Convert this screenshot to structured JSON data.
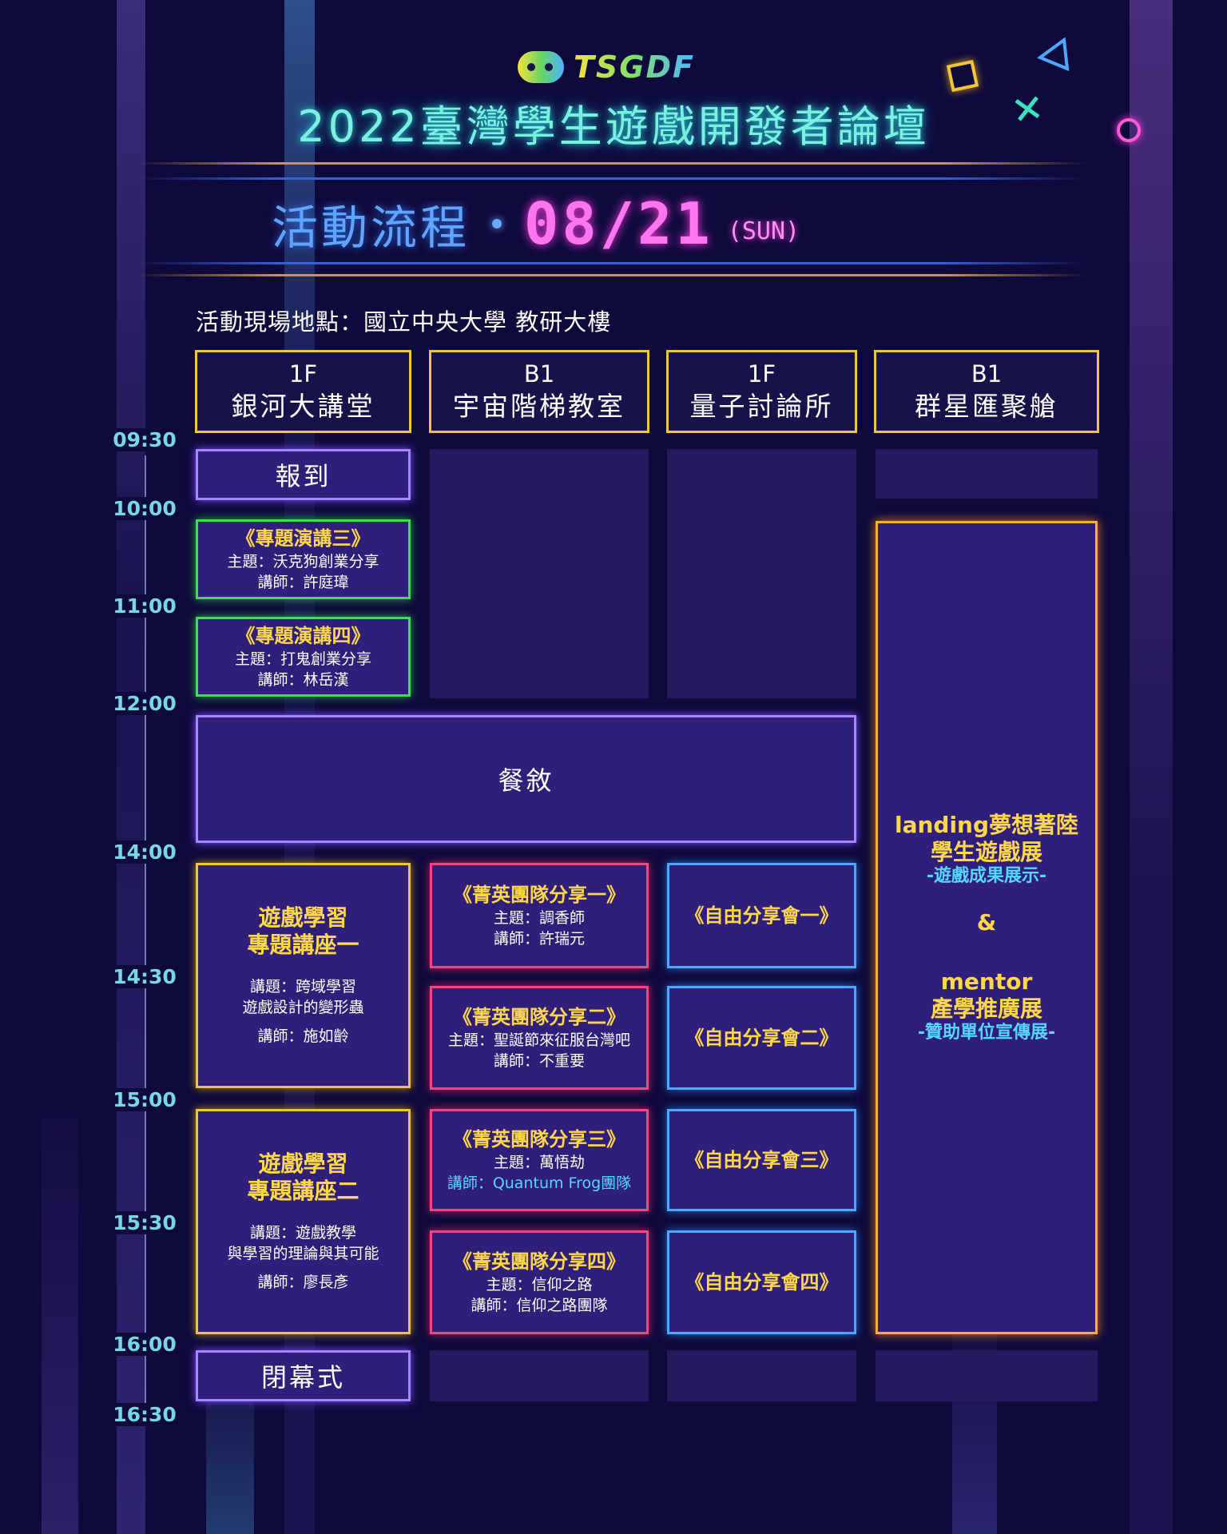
{
  "header": {
    "logo_text": "TSGDF",
    "title": "2022臺灣學生遊戲開發者論壇",
    "subtitle_label": "活動流程",
    "subtitle_date": "08/21",
    "subtitle_day": "(SUN)"
  },
  "venue": "活動現場地點：國立中央大學 教研大樓",
  "rooms": [
    {
      "floor": "1F",
      "name": "銀河大講堂"
    },
    {
      "floor": "B1",
      "name": "宇宙階梯教室"
    },
    {
      "floor": "1F",
      "name": "量子討論所"
    },
    {
      "floor": "B1",
      "name": "群星匯聚艙"
    }
  ],
  "times": [
    "09:30",
    "10:00",
    "11:00",
    "12:00",
    "14:00",
    "14:30",
    "15:00",
    "15:30",
    "16:00",
    "16:30"
  ],
  "sessions": {
    "checkin": "報到",
    "talk3": {
      "title": "《專題演講三》",
      "topic": "主題：沃克狗創業分享",
      "speaker": "講師：許庭瑋"
    },
    "talk4": {
      "title": "《專題演講四》",
      "topic": "主題：打鬼創業分享",
      "speaker": "講師：林岳漢"
    },
    "lunch": "餐敘",
    "lecture1": {
      "line1": "遊戲學習",
      "line2": "專題講座一",
      "topic1": "講題：跨域學習",
      "topic2": "遊戲設計的變形蟲",
      "speaker": "講師：施如齡"
    },
    "lecture2": {
      "line1": "遊戲學習",
      "line2": "專題講座二",
      "topic1": "講題：遊戲教學",
      "topic2": "與學習的理論與其可能",
      "speaker": "講師：廖長彥"
    },
    "elite": [
      {
        "title": "《菁英團隊分享一》",
        "topic": "主題：調香師",
        "speaker": "講師：許瑞元"
      },
      {
        "title": "《菁英團隊分享二》",
        "topic": "主題：聖誕節來征服台灣吧",
        "speaker": "講師：不重要"
      },
      {
        "title": "《菁英團隊分享三》",
        "topic": "主題：萬悟劫",
        "speaker": "講師：Quantum Frog團隊"
      },
      {
        "title": "《菁英團隊分享四》",
        "topic": "主題：信仰之路",
        "speaker": "講師：信仰之路團隊"
      }
    ],
    "free": [
      "《自由分享會一》",
      "《自由分享會二》",
      "《自由分享會三》",
      "《自由分享會四》"
    ],
    "expo": {
      "l1": "landing夢想著陸",
      "l2": "學生遊戲展",
      "l3": "-遊戲成果展示-",
      "amp": "&",
      "l4": "mentor",
      "l5": "產學推廣展",
      "l6": "-贊助單位宣傳展-"
    },
    "closing": "閉幕式"
  },
  "colors": {
    "background": "#0f0a3c",
    "title": "#7cf0e0",
    "date": "#ff74f0",
    "room_border": "#f2c53a",
    "time": "#78d7e6",
    "highlight_text": "#ffd84a"
  }
}
